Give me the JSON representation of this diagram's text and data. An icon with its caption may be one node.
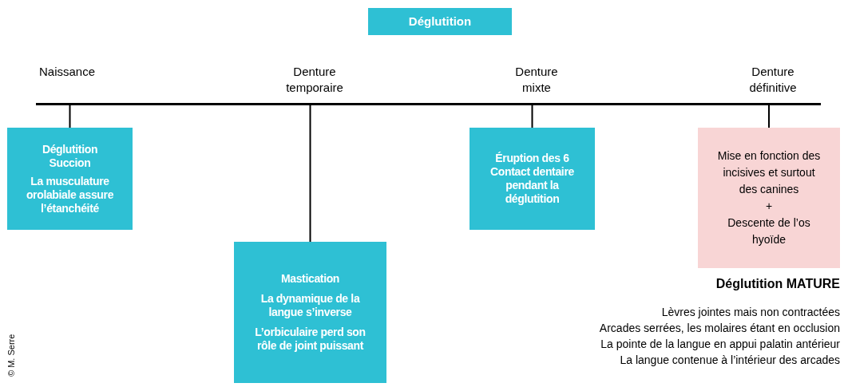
{
  "diagram": {
    "title": "Déglutition",
    "nodes": [
      {
        "text": [],
        "shape": "bar"
      },
      {
        "text": [
          "Déglutition",
          "Succion",
          "La musculature orolabiale assure l’étanchéité"
        ]
      },
      {
        "text": [
          "Mastication",
          "La dynamique de la langue s’inverse",
          "L’orbiculaire perd son rôle de joint puissant"
        ]
      },
      {
        "text": [
          "Éruption des 6",
          "Contact dentaire pendant la déglutition"
        ]
      },
      {
        "text": [
          "Mise en fonction des incisives et surtout des canines",
          "+",
          "Descente de l’os hyoïde"
        ]
      }
    ],
    "edges": [
      {
        "from": 0,
        "to": 1,
        "arrow": "none"
      },
      {
        "from": 0,
        "to": 2,
        "arrow": "none"
      },
      {
        "from": 0,
        "to": 3,
        "arrow": "none"
      },
      {
        "from": 0,
        "to": 4,
        "arrow": "none"
      }
    ],
    "labels": [
      "Naissance",
      "Denture temporaire",
      "Denture mixte",
      "Denture définitive",
      "Déglutition MATURE",
      "Lèvres jointes mais non contractées",
      "Arcades serrées, les molaires étant en occlusion",
      "La pointe de la langue en appui palatin antérieur",
      "La langue contenue à l’intérieur des arcades",
      "© M. Serre"
    ]
  }
}
